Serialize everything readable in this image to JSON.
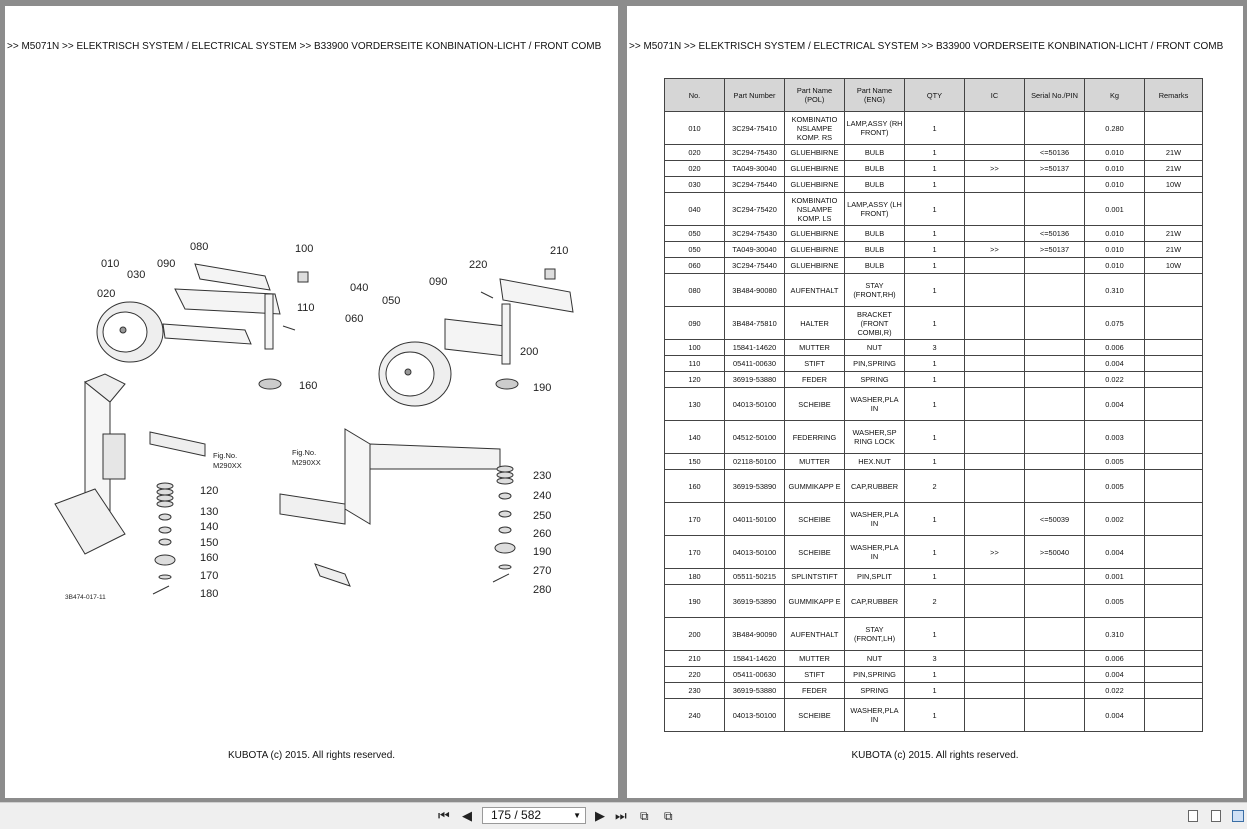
{
  "breadcrumb": ">> M5071N >> ELEKTRISCH SYSTEM / ELECTRICAL SYSTEM >> B33900   VORDERSEITE KONBINATION-LICHT / FRONT COMB",
  "copyright": "KUBOTA (c) 2015. All rights reserved.",
  "diagram": {
    "ref_code": "3B474-017-11",
    "fig_left": "Fig.No.",
    "fig_left_num": "M290XX",
    "fig_right": "Fig.No.",
    "fig_right_num": "M290XX",
    "labels": {
      "l010": "010",
      "l030": "030",
      "l090a": "090",
      "l080": "080",
      "l100": "100",
      "l020": "020",
      "l110": "110",
      "l160": "160",
      "l120": "120",
      "l130": "130",
      "l140": "140",
      "l150": "150",
      "l160b": "160",
      "l170": "170",
      "l180": "180",
      "l040": "040",
      "l050": "050",
      "l060": "060",
      "l090b": "090",
      "l220": "220",
      "l210": "210",
      "l200": "200",
      "l190": "190",
      "l230": "230",
      "l240": "240",
      "l250": "250",
      "l260": "260",
      "l190b": "190",
      "l270": "270",
      "l280": "280"
    }
  },
  "table": {
    "headers": [
      "No.",
      "Part Number",
      "Part Name\n(POL)",
      "Part Name\n(ENG)",
      "QTY",
      "IC",
      "Serial No./PIN",
      "Kg",
      "Remarks"
    ],
    "rows": [
      {
        "no": "010",
        "pn": "3C294-75410",
        "pol": "KOMBINATIO NSLAMPE KOMP. RS",
        "eng": "LAMP,ASSY (RH FRONT)",
        "qty": "1",
        "ic": "",
        "serial": "",
        "kg": "0.280",
        "rem": "",
        "h": 2
      },
      {
        "no": "020",
        "pn": "3C294-75430",
        "pol": "GLUEHBIRNE",
        "eng": "BULB",
        "qty": "1",
        "ic": "",
        "serial": "<=50136",
        "kg": "0.010",
        "rem": "21W",
        "h": 1
      },
      {
        "no": "020",
        "pn": "TA049-30040",
        "pol": "GLUEHBIRNE",
        "eng": "BULB",
        "qty": "1",
        "ic": ">>",
        "serial": ">=50137",
        "kg": "0.010",
        "rem": "21W",
        "h": 1
      },
      {
        "no": "030",
        "pn": "3C294-75440",
        "pol": "GLUEHBIRNE",
        "eng": "BULB",
        "qty": "1",
        "ic": "",
        "serial": "",
        "kg": "0.010",
        "rem": "10W",
        "h": 1
      },
      {
        "no": "040",
        "pn": "3C294-75420",
        "pol": "KOMBINATIO NSLAMPE KOMP. LS",
        "eng": "LAMP,ASSY (LH FRONT)",
        "qty": "1",
        "ic": "",
        "serial": "",
        "kg": "0.001",
        "rem": "",
        "h": 2
      },
      {
        "no": "050",
        "pn": "3C294-75430",
        "pol": "GLUEHBIRNE",
        "eng": "BULB",
        "qty": "1",
        "ic": "",
        "serial": "<=50136",
        "kg": "0.010",
        "rem": "21W",
        "h": 1
      },
      {
        "no": "050",
        "pn": "TA049-30040",
        "pol": "GLUEHBIRNE",
        "eng": "BULB",
        "qty": "1",
        "ic": ">>",
        "serial": ">=50137",
        "kg": "0.010",
        "rem": "21W",
        "h": 1
      },
      {
        "no": "060",
        "pn": "3C294-75440",
        "pol": "GLUEHBIRNE",
        "eng": "BULB",
        "qty": "1",
        "ic": "",
        "serial": "",
        "kg": "0.010",
        "rem": "10W",
        "h": 1
      },
      {
        "no": "080",
        "pn": "3B484-90080",
        "pol": "AUFENTHALT",
        "eng": "STAY (FRONT,RH)",
        "qty": "1",
        "ic": "",
        "serial": "",
        "kg": "0.310",
        "rem": "",
        "h": 2
      },
      {
        "no": "090",
        "pn": "3B484-75810",
        "pol": "HALTER",
        "eng": "BRACKET (FRONT COMBI,R)",
        "qty": "1",
        "ic": "",
        "serial": "",
        "kg": "0.075",
        "rem": "",
        "h": 2
      },
      {
        "no": "100",
        "pn": "15841-14620",
        "pol": "MUTTER",
        "eng": "NUT",
        "qty": "3",
        "ic": "",
        "serial": "",
        "kg": "0.006",
        "rem": "",
        "h": 1
      },
      {
        "no": "110",
        "pn": "05411-00630",
        "pol": "STIFT",
        "eng": "PIN,SPRING",
        "qty": "1",
        "ic": "",
        "serial": "",
        "kg": "0.004",
        "rem": "",
        "h": 1
      },
      {
        "no": "120",
        "pn": "36919-53880",
        "pol": "FEDER",
        "eng": "SPRING",
        "qty": "1",
        "ic": "",
        "serial": "",
        "kg": "0.022",
        "rem": "",
        "h": 1
      },
      {
        "no": "130",
        "pn": "04013-50100",
        "pol": "SCHEIBE",
        "eng": "WASHER,PLA IN",
        "qty": "1",
        "ic": "",
        "serial": "",
        "kg": "0.004",
        "rem": "",
        "h": 2
      },
      {
        "no": "140",
        "pn": "04512-50100",
        "pol": "FEDERRING",
        "eng": "WASHER,SP RING LOCK",
        "qty": "1",
        "ic": "",
        "serial": "",
        "kg": "0.003",
        "rem": "",
        "h": 2
      },
      {
        "no": "150",
        "pn": "02118-50100",
        "pol": "MUTTER",
        "eng": "HEX.NUT",
        "qty": "1",
        "ic": "",
        "serial": "",
        "kg": "0.005",
        "rem": "",
        "h": 1
      },
      {
        "no": "160",
        "pn": "36919-53890",
        "pol": "GUMMIKAPP E",
        "eng": "CAP,RUBBER",
        "qty": "2",
        "ic": "",
        "serial": "",
        "kg": "0.005",
        "rem": "",
        "h": 2
      },
      {
        "no": "170",
        "pn": "04011-50100",
        "pol": "SCHEIBE",
        "eng": "WASHER,PLA IN",
        "qty": "1",
        "ic": "",
        "serial": "<=50039",
        "kg": "0.002",
        "rem": "",
        "h": 2
      },
      {
        "no": "170",
        "pn": "04013-50100",
        "pol": "SCHEIBE",
        "eng": "WASHER,PLA IN",
        "qty": "1",
        "ic": ">>",
        "serial": ">=50040",
        "kg": "0.004",
        "rem": "",
        "h": 2
      },
      {
        "no": "180",
        "pn": "05511-50215",
        "pol": "SPLINTSTIFT",
        "eng": "PIN,SPLIT",
        "qty": "1",
        "ic": "",
        "serial": "",
        "kg": "0.001",
        "rem": "",
        "h": 1
      },
      {
        "no": "190",
        "pn": "36919-53890",
        "pol": "GUMMIKAPP E",
        "eng": "CAP,RUBBER",
        "qty": "2",
        "ic": "",
        "serial": "",
        "kg": "0.005",
        "rem": "",
        "h": 2
      },
      {
        "no": "200",
        "pn": "3B484-90090",
        "pol": "AUFENTHALT",
        "eng": "STAY (FRONT,LH)",
        "qty": "1",
        "ic": "",
        "serial": "",
        "kg": "0.310",
        "rem": "",
        "h": 2
      },
      {
        "no": "210",
        "pn": "15841-14620",
        "pol": "MUTTER",
        "eng": "NUT",
        "qty": "3",
        "ic": "",
        "serial": "",
        "kg": "0.006",
        "rem": "",
        "h": 1
      },
      {
        "no": "220",
        "pn": "05411-00630",
        "pol": "STIFT",
        "eng": "PIN,SPRING",
        "qty": "1",
        "ic": "",
        "serial": "",
        "kg": "0.004",
        "rem": "",
        "h": 1
      },
      {
        "no": "230",
        "pn": "36919-53880",
        "pol": "FEDER",
        "eng": "SPRING",
        "qty": "1",
        "ic": "",
        "serial": "",
        "kg": "0.022",
        "rem": "",
        "h": 1
      },
      {
        "no": "240",
        "pn": "04013-50100",
        "pol": "SCHEIBE",
        "eng": "WASHER,PLA IN",
        "qty": "1",
        "ic": "",
        "serial": "",
        "kg": "0.004",
        "rem": "",
        "h": 2
      }
    ]
  },
  "toolbar": {
    "page_indicator": "175 / 582",
    "icons": {
      "first": "first-page-icon",
      "prev": "previous-page-icon",
      "next": "next-page-icon",
      "last": "last-page-icon"
    }
  }
}
